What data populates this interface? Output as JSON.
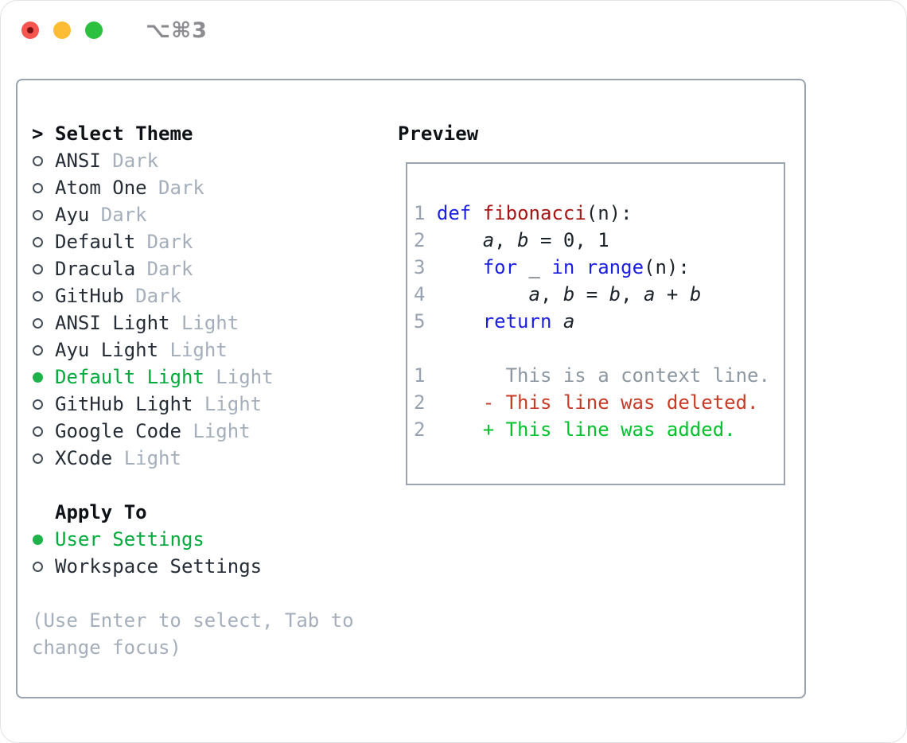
{
  "window": {
    "shortcut": "⌥⌘3",
    "traffic_lights": [
      "close",
      "minimize",
      "zoom"
    ]
  },
  "colors": {
    "accent_green": "#00ab3c",
    "bullet_green": "#1fb24a",
    "keyword_blue": "#1b1fe0",
    "function_red": "#a81414",
    "deleted_red": "#c83b26",
    "added_green": "#00c22c",
    "muted_gray": "#a5aebb",
    "line_number_gray": "#98a2b0",
    "border_gray": "#9aa3ae",
    "ink": "#262d36"
  },
  "theme_selector": {
    "prompt": ">",
    "title": "Select Theme",
    "items": [
      {
        "name": "ANSI",
        "tag": "Dark",
        "selected": false
      },
      {
        "name": "Atom One",
        "tag": "Dark",
        "selected": false
      },
      {
        "name": "Ayu",
        "tag": "Dark",
        "selected": false
      },
      {
        "name": "Default",
        "tag": "Dark",
        "selected": false
      },
      {
        "name": "Dracula",
        "tag": "Dark",
        "selected": false
      },
      {
        "name": "GitHub",
        "tag": "Dark",
        "selected": false
      },
      {
        "name": "ANSI Light",
        "tag": "Light",
        "selected": false
      },
      {
        "name": "Ayu Light",
        "tag": "Light",
        "selected": false
      },
      {
        "name": "Default Light",
        "tag": "Light",
        "selected": true
      },
      {
        "name": "GitHub Light",
        "tag": "Light",
        "selected": false
      },
      {
        "name": "Google Code",
        "tag": "Light",
        "selected": false
      },
      {
        "name": "XCode",
        "tag": "Light",
        "selected": false
      }
    ]
  },
  "apply_to": {
    "title": "Apply To",
    "options": [
      {
        "label": "User Settings",
        "selected": true
      },
      {
        "label": "Workspace Settings",
        "selected": false
      }
    ]
  },
  "hint_lines": [
    "(Use Enter to select, Tab to",
    "change focus)"
  ],
  "preview": {
    "title": "Preview",
    "code_lines": [
      {
        "num": "1",
        "tokens": [
          {
            "t": "def",
            "c": "kw"
          },
          {
            "t": " "
          },
          {
            "t": "fibonacci",
            "c": "fn"
          },
          {
            "t": "(n):"
          }
        ]
      },
      {
        "num": "2",
        "tokens": [
          {
            "t": "    "
          },
          {
            "t": "a",
            "c": "var"
          },
          {
            "t": ", "
          },
          {
            "t": "b",
            "c": "var"
          },
          {
            "t": " = 0, 1"
          }
        ]
      },
      {
        "num": "3",
        "tokens": [
          {
            "t": "    "
          },
          {
            "t": "for",
            "c": "kw"
          },
          {
            "t": " _ "
          },
          {
            "t": "in",
            "c": "kw"
          },
          {
            "t": " "
          },
          {
            "t": "range",
            "c": "kw"
          },
          {
            "t": "(n):"
          }
        ]
      },
      {
        "num": "4",
        "tokens": [
          {
            "t": "        "
          },
          {
            "t": "a",
            "c": "var"
          },
          {
            "t": ", "
          },
          {
            "t": "b",
            "c": "var"
          },
          {
            "t": " = "
          },
          {
            "t": "b",
            "c": "var"
          },
          {
            "t": ", "
          },
          {
            "t": "a",
            "c": "var"
          },
          {
            "t": " + "
          },
          {
            "t": "b",
            "c": "var"
          }
        ]
      },
      {
        "num": "5",
        "tokens": [
          {
            "t": "    "
          },
          {
            "t": "return",
            "c": "kw"
          },
          {
            "t": " "
          },
          {
            "t": "a",
            "c": "var"
          }
        ]
      }
    ],
    "diff_lines": [
      {
        "num": "1",
        "kind": "context",
        "text": "      This is a context line."
      },
      {
        "num": "2",
        "kind": "deleted",
        "text": "    - This line was deleted."
      },
      {
        "num": "2",
        "kind": "added",
        "text": "    + This line was added."
      }
    ]
  }
}
